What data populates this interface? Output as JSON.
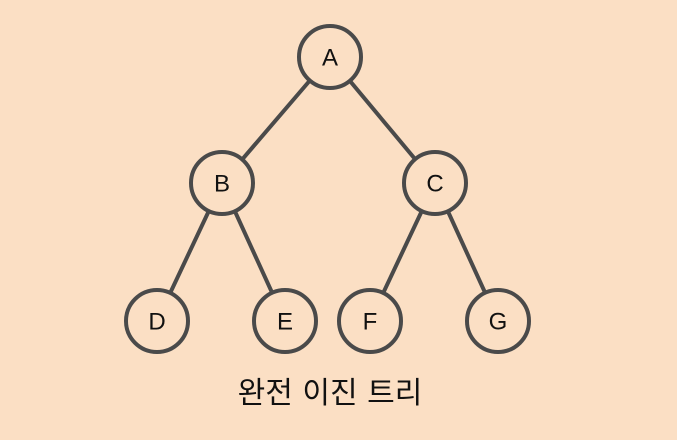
{
  "diagram": {
    "caption": "완전 이진 트리",
    "nodes": [
      {
        "id": "A",
        "label": "A"
      },
      {
        "id": "B",
        "label": "B"
      },
      {
        "id": "C",
        "label": "C"
      },
      {
        "id": "D",
        "label": "D"
      },
      {
        "id": "E",
        "label": "E"
      },
      {
        "id": "F",
        "label": "F"
      },
      {
        "id": "G",
        "label": "G"
      }
    ],
    "edges": [
      {
        "from": "A",
        "to": "B"
      },
      {
        "from": "A",
        "to": "C"
      },
      {
        "from": "B",
        "to": "D"
      },
      {
        "from": "B",
        "to": "E"
      },
      {
        "from": "C",
        "to": "F"
      },
      {
        "from": "C",
        "to": "G"
      }
    ],
    "colors": {
      "background": "#fbdfc4",
      "stroke": "#4a4a4a",
      "text": "#111111"
    }
  }
}
